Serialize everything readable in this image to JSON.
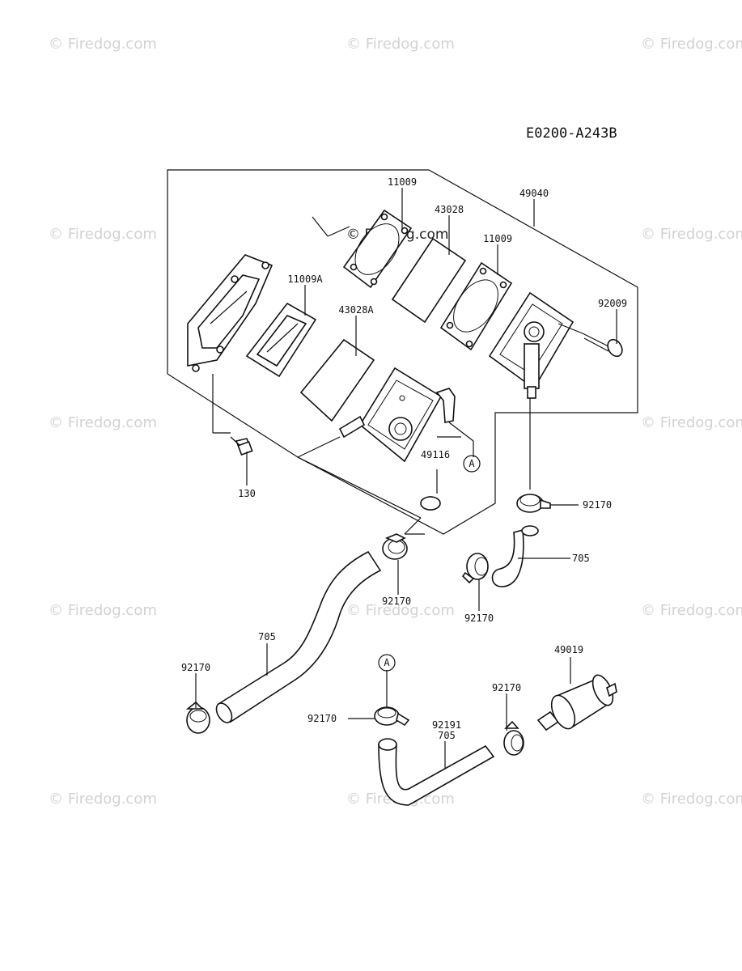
{
  "diagram_code": "E0200-A243B",
  "watermark": "© Firedog.com",
  "callouts": {
    "p11009_top": "11009",
    "p43028": "43028",
    "p49040": "49040",
    "p11009_right": "11009",
    "p11009a": "11009A",
    "p43028a": "43028A",
    "p92009": "92009",
    "p49116": "49116",
    "ref_a_1": "A",
    "p130": "130",
    "p92170_r1": "92170",
    "p705_r": "705",
    "p92170_mid_left": "92170",
    "p92170_mid_right": "92170",
    "p705_left": "705",
    "p49019": "49019",
    "p92170_far_left": "92170",
    "ref_a_2": "A",
    "p92170_bottom_mid": "92170",
    "p92170_bottom_right": "92170",
    "p92191": "92191",
    "p705_bottom": "705"
  }
}
